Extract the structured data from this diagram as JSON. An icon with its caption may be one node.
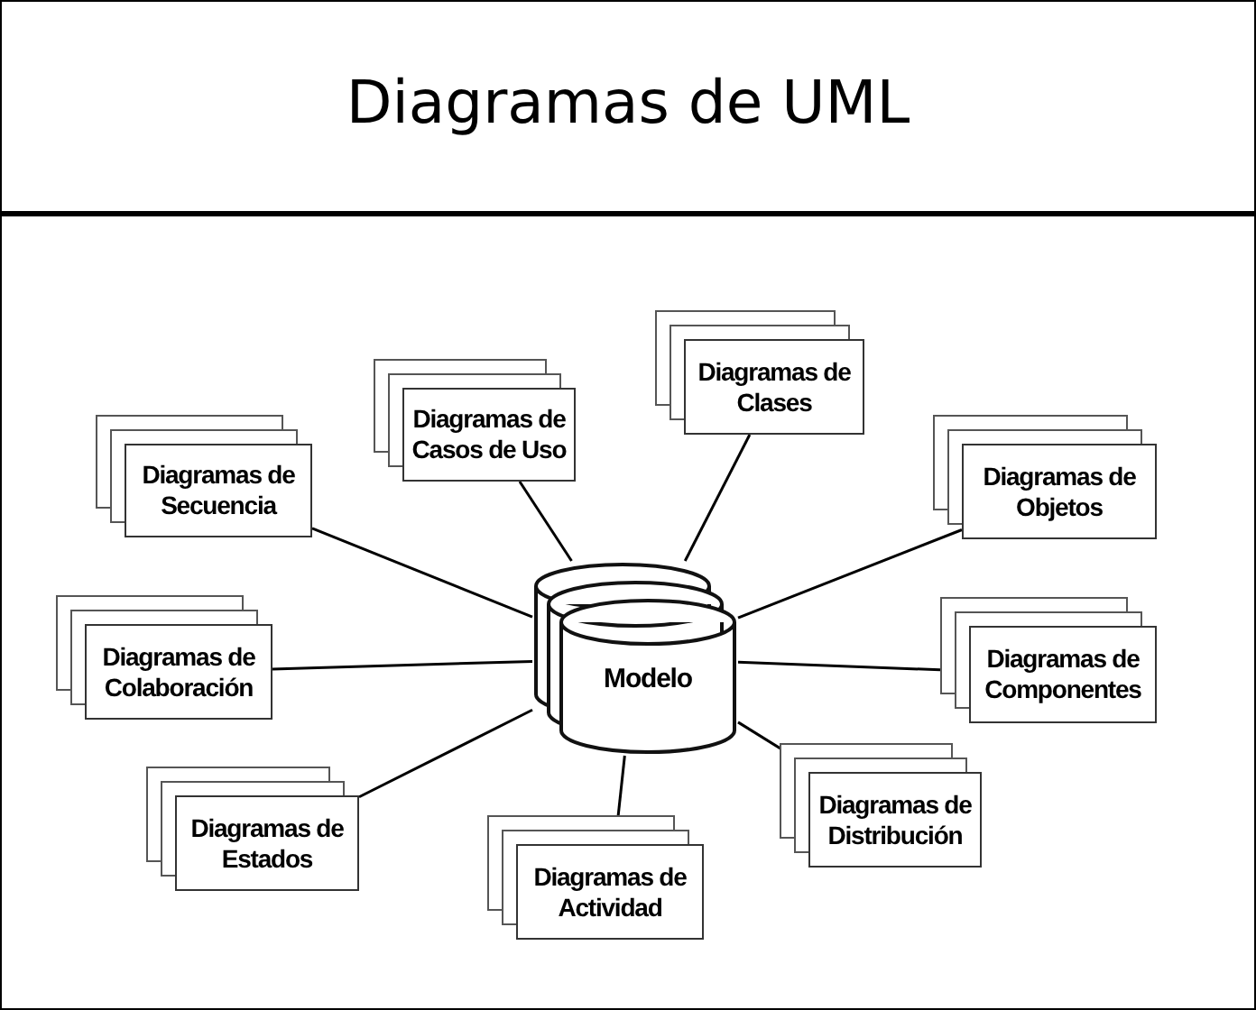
{
  "diagram": {
    "title": "Diagramas de UML",
    "nodes": [
      {
        "text": [
          "Diagramas de Clases"
        ]
      },
      {
        "text": [
          "Diagramas de Casos de Uso"
        ]
      },
      {
        "text": [
          "Diagramas de Objetos"
        ]
      },
      {
        "text": [
          "Diagramas de Secuencia"
        ]
      },
      {
        "text": [
          "Diagramas de Colaboración"
        ]
      },
      {
        "text": [
          "Modelo"
        ]
      },
      {
        "text": [
          "Diagramas de Componentes"
        ]
      },
      {
        "text": [
          "Diagramas de Estados"
        ]
      },
      {
        "text": [
          "Diagramas de Distribución"
        ]
      },
      {
        "text": [
          "Diagramas de Actividad"
        ]
      }
    ],
    "edges": [
      {
        "from": 5,
        "to": 0,
        "arrow": "none"
      },
      {
        "from": 5,
        "to": 1,
        "arrow": "none"
      },
      {
        "from": 5,
        "to": 2,
        "arrow": "none"
      },
      {
        "from": 5,
        "to": 3,
        "arrow": "none"
      },
      {
        "from": 5,
        "to": 4,
        "arrow": "none"
      },
      {
        "from": 5,
        "to": 6,
        "arrow": "none"
      },
      {
        "from": 5,
        "to": 7,
        "arrow": "none"
      },
      {
        "from": 5,
        "to": 8,
        "arrow": "none"
      },
      {
        "from": 5,
        "to": 9,
        "arrow": "none"
      }
    ]
  }
}
